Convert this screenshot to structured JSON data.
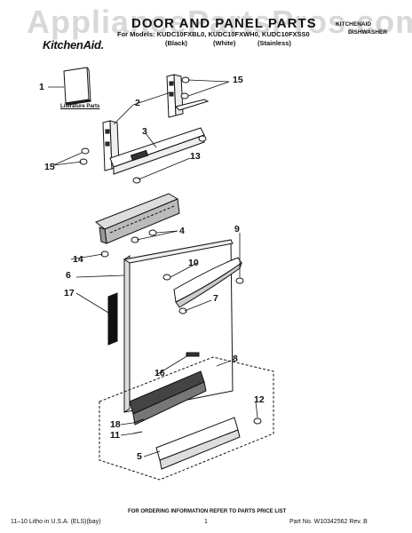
{
  "header": {
    "watermark": "AppliancePartsPros.com",
    "title": "DOOR AND PANEL PARTS",
    "models": "For Models: KUDC10FXBL0, KUDC10FXWH0, KUDC10FXSS0",
    "variants": [
      "(Black)",
      "(White)",
      "(Stainless)"
    ],
    "corner_note": [
      "KITCHENAID",
      "DISHWASHER"
    ],
    "brand": "KitchenAid."
  },
  "literature_label": "Literature Parts",
  "callouts": {
    "c1": "1",
    "c2": "2",
    "c3": "3",
    "c4": "4",
    "c5": "5",
    "c6": "6",
    "c7": "7",
    "c8": "8",
    "c9": "9",
    "c10": "10",
    "c11": "11",
    "c12": "12",
    "c13": "13",
    "c14": "14",
    "c15a": "15",
    "c15b": "15",
    "c16": "16",
    "c17": "17",
    "c18": "18"
  },
  "footer": {
    "order_info": "FOR ORDERING INFORMATION REFER TO PARTS PRICE LIST",
    "left": "11–10 Litho in U.S.A. (ELS)(bay)",
    "page": "1",
    "right": "Part No. W10342562 Rev. B"
  }
}
